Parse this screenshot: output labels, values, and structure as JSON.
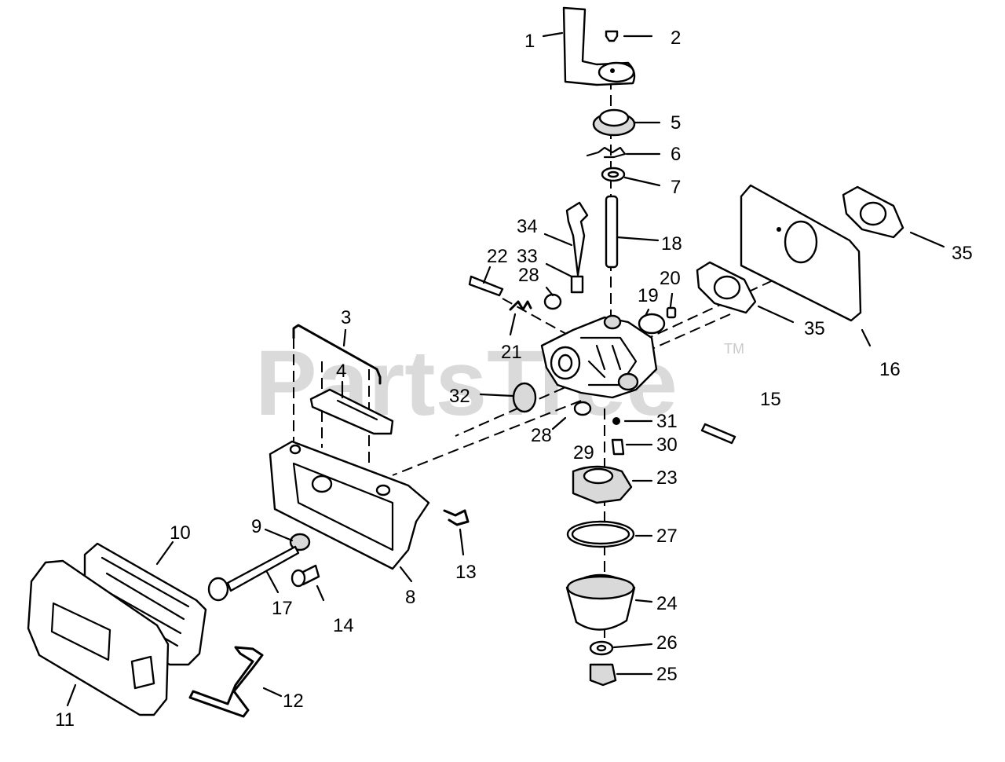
{
  "watermark": {
    "text": "PartsTree",
    "trademark": "TM"
  },
  "callouts": {
    "c1": "1",
    "c2": "2",
    "c3": "3",
    "c4": "4",
    "c5": "5",
    "c6": "6",
    "c7": "7",
    "c8": "8",
    "c9": "9",
    "c10": "10",
    "c11": "11",
    "c12": "12",
    "c13": "13",
    "c14": "14",
    "c15": "15",
    "c16": "16",
    "c17": "17",
    "c18": "18",
    "c19": "19",
    "c20": "20",
    "c21": "21",
    "c22": "22",
    "c23": "23",
    "c24": "24",
    "c25": "25",
    "c26": "26",
    "c27": "27",
    "c28a": "28",
    "c28b": "28",
    "c29": "29",
    "c30": "30",
    "c31": "31",
    "c32": "32",
    "c33": "33",
    "c34": "34",
    "c35a": "35",
    "c35b": "35"
  }
}
